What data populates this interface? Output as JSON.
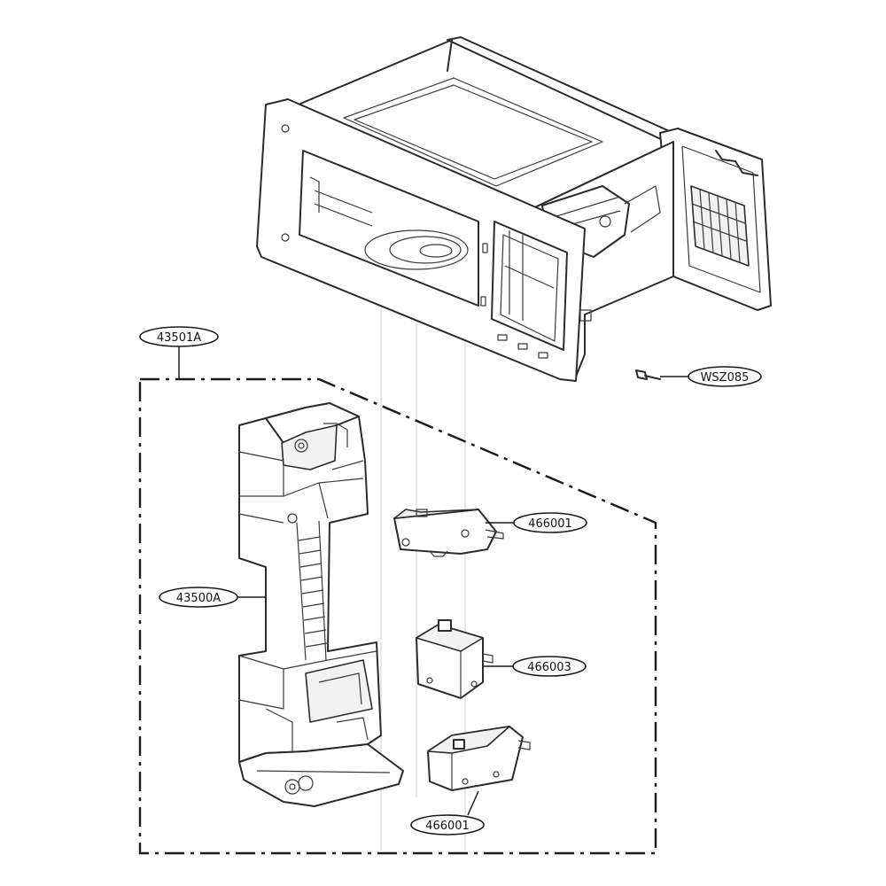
{
  "labels": {
    "assembly": "43501A",
    "screw": "WSZ085",
    "latch_board": "43500A",
    "switch_upper": "466001",
    "switch_middle": "466003",
    "switch_lower": "466001"
  }
}
